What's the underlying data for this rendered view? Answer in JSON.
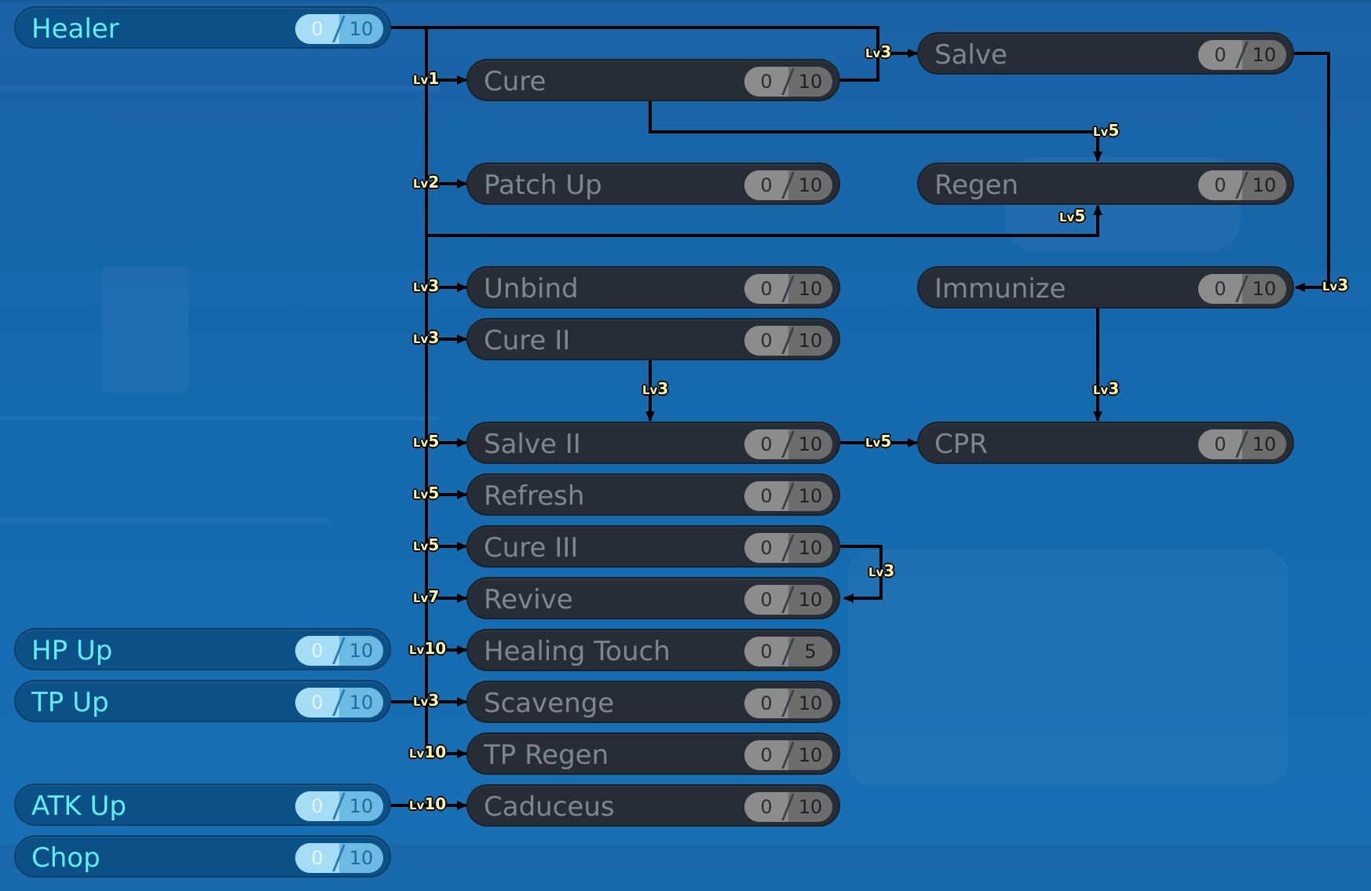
{
  "colors": {
    "background": "#166cb1",
    "active_fill": "#0b5086",
    "active_text": "#63ecf3",
    "locked_fill": "#262d36",
    "locked_text": "#7c8792",
    "level_label": "#fff7a6",
    "wire": "#000000"
  },
  "left_skills": [
    {
      "name": "Healer",
      "current": "0",
      "max": "10"
    },
    {
      "name": "HP Up",
      "current": "0",
      "max": "10"
    },
    {
      "name": "TP Up",
      "current": "0",
      "max": "10"
    },
    {
      "name": "ATK Up",
      "current": "0",
      "max": "10"
    },
    {
      "name": "Chop",
      "current": "0",
      "max": "10"
    }
  ],
  "middle_skills": [
    {
      "name": "Cure",
      "current": "0",
      "max": "10"
    },
    {
      "name": "Patch Up",
      "current": "0",
      "max": "10"
    },
    {
      "name": "Unbind",
      "current": "0",
      "max": "10"
    },
    {
      "name": "Cure II",
      "current": "0",
      "max": "10"
    },
    {
      "name": "Salve II",
      "current": "0",
      "max": "10"
    },
    {
      "name": "Refresh",
      "current": "0",
      "max": "10"
    },
    {
      "name": "Cure III",
      "current": "0",
      "max": "10"
    },
    {
      "name": "Revive",
      "current": "0",
      "max": "10"
    },
    {
      "name": "Healing Touch",
      "current": "0",
      "max": "5"
    },
    {
      "name": "Scavenge",
      "current": "0",
      "max": "10"
    },
    {
      "name": "TP Regen",
      "current": "0",
      "max": "10"
    },
    {
      "name": "Caduceus",
      "current": "0",
      "max": "10"
    }
  ],
  "right_skills": [
    {
      "name": "Salve",
      "current": "0",
      "max": "10"
    },
    {
      "name": "Regen",
      "current": "0",
      "max": "10"
    },
    {
      "name": "Immunize",
      "current": "0",
      "max": "10"
    },
    {
      "name": "CPR",
      "current": "0",
      "max": "10"
    }
  ],
  "level_prefix": "Lv",
  "levels": {
    "cure": "1",
    "patch_up": "2",
    "unbind": "3",
    "cure_ii": "3",
    "salve_ii": "5",
    "refresh": "5",
    "cure_iii": "5",
    "revive": "7",
    "healing_touch": "10",
    "scavenge": "3",
    "tp_regen": "10",
    "caduceus": "10",
    "salve": "3",
    "regen_from_cure": "5",
    "regen_from_healer": "5",
    "immunize": "3",
    "salve_ii_from_cure_ii": "3",
    "cpr_from_immunize": "3",
    "cpr_from_salve_ii": "5",
    "revive_from_cure_iii": "3"
  }
}
